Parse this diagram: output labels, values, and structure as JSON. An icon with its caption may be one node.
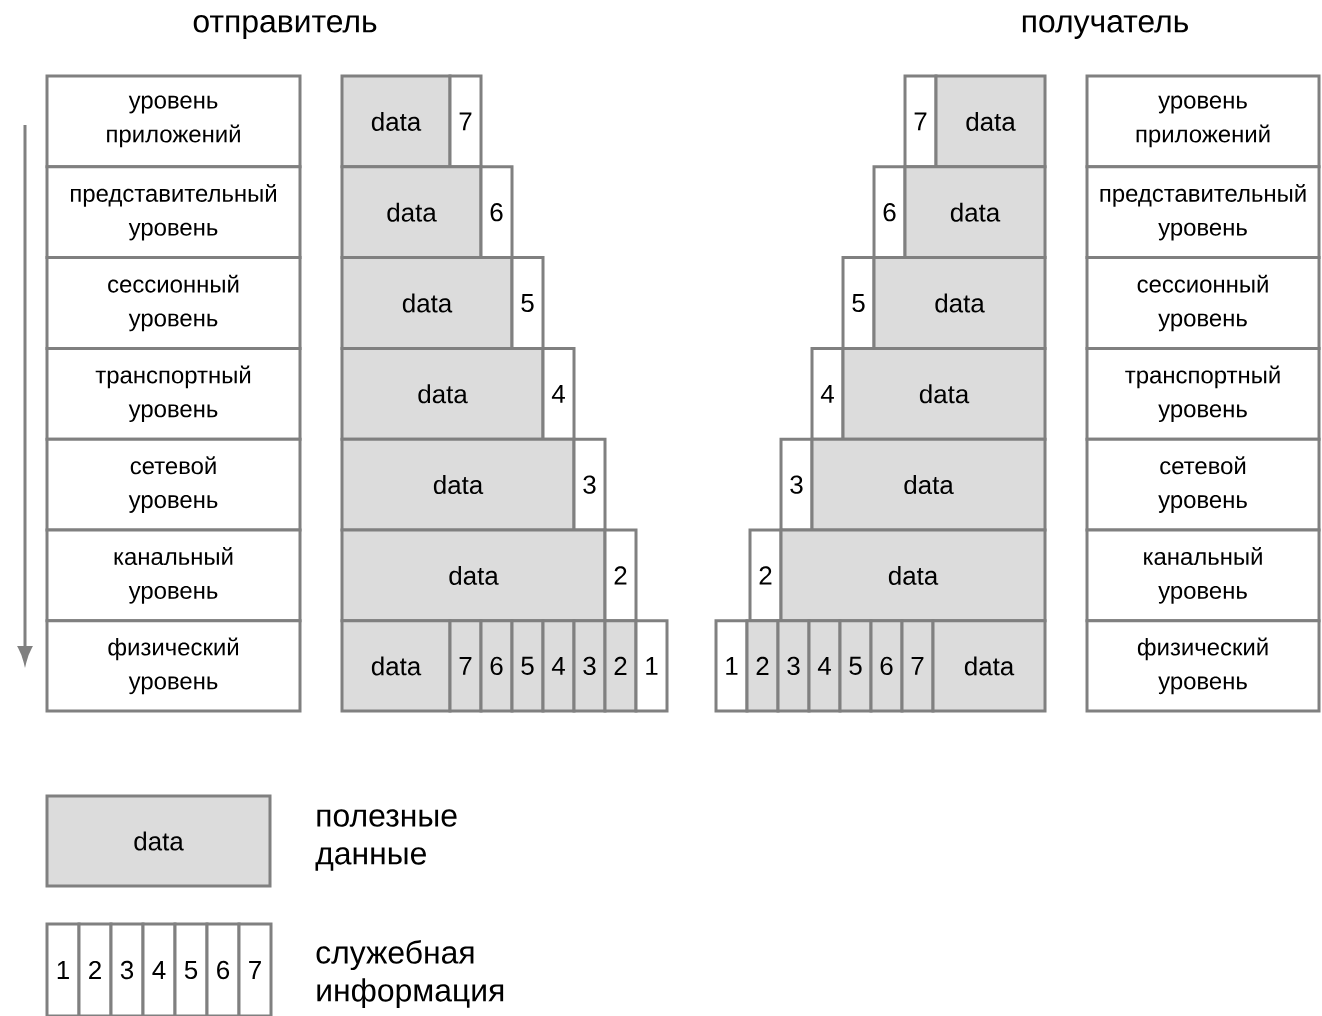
{
  "diagram": {
    "nodes": [
      {
        "text": [
          "уровень приложений"
        ]
      },
      {
        "text": [
          "data"
        ]
      },
      {
        "text": [
          "7"
        ]
      },
      {
        "text": [
          "7"
        ]
      },
      {
        "text": [
          "data"
        ]
      },
      {
        "text": [
          "уровень приложений"
        ]
      },
      {
        "text": [
          "представительный уровень"
        ]
      },
      {
        "text": [
          "data"
        ]
      },
      {
        "text": [
          "6"
        ]
      },
      {
        "text": [
          "6"
        ]
      },
      {
        "text": [
          "data"
        ]
      },
      {
        "text": [
          "представительный уровень"
        ]
      },
      {
        "text": [
          "сессионный уровень"
        ]
      },
      {
        "text": [
          "data"
        ]
      },
      {
        "text": [
          "5"
        ]
      },
      {
        "text": [
          "5"
        ]
      },
      {
        "text": [
          "data"
        ]
      },
      {
        "text": [
          "сессионный уровень"
        ]
      },
      {
        "text": [
          "транспортный уровень"
        ]
      },
      {
        "text": [
          "data"
        ]
      },
      {
        "text": [
          "4"
        ]
      },
      {
        "text": [
          "4"
        ]
      },
      {
        "text": [
          "data"
        ]
      },
      {
        "text": [
          "транспортный уровень"
        ]
      },
      {
        "text": [
          "сетевой уровень"
        ]
      },
      {
        "text": [
          "data"
        ]
      },
      {
        "text": [
          "3"
        ]
      },
      {
        "text": [
          "3"
        ]
      },
      {
        "text": [
          "data"
        ]
      },
      {
        "text": [
          "сетевой уровень"
        ]
      },
      {
        "text": [
          "канальный уровень"
        ]
      },
      {
        "text": [
          "data"
        ]
      },
      {
        "text": [
          "2"
        ]
      },
      {
        "text": [
          "2"
        ]
      },
      {
        "text": [
          "data"
        ]
      },
      {
        "text": [
          "канальный уровень"
        ]
      },
      {
        "text": [
          "физический уровень"
        ]
      },
      {
        "text": [
          "data"
        ]
      },
      {
        "text": [
          "7"
        ]
      },
      {
        "text": [
          "6"
        ]
      },
      {
        "text": [
          "5"
        ]
      },
      {
        "text": [
          "4"
        ]
      },
      {
        "text": [
          "3"
        ]
      },
      {
        "text": [
          "2"
        ]
      },
      {
        "text": [
          "1"
        ]
      },
      {
        "text": [
          "1"
        ]
      },
      {
        "text": [
          "2"
        ]
      },
      {
        "text": [
          "3"
        ]
      },
      {
        "text": [
          "4"
        ]
      },
      {
        "text": [
          "5"
        ]
      },
      {
        "text": [
          "6"
        ]
      },
      {
        "text": [
          "7"
        ]
      },
      {
        "text": [
          "data"
        ]
      },
      {
        "text": [
          "физический уровень"
        ]
      }
    ],
    "labels": [
      "отправитель",
      "получатель",
      "data",
      "1",
      "2",
      "3",
      "4",
      "5",
      "6",
      "7"
    ],
    "legend": [
      {
        "text": "полезные данные",
        "color": "#dcdcdc"
      },
      {
        "text": "служебная информация"
      }
    ]
  }
}
